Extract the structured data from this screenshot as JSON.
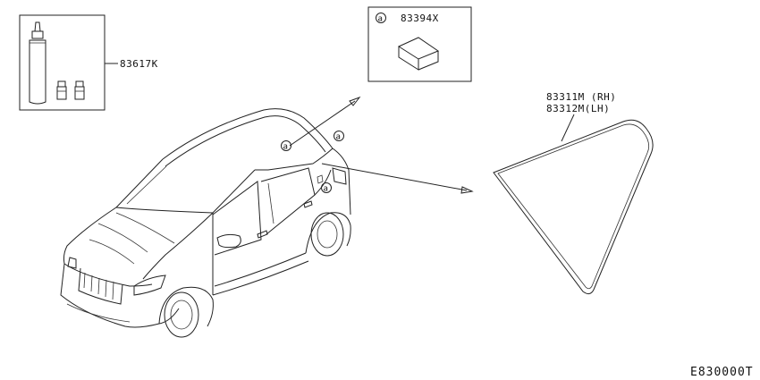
{
  "parts": {
    "sealant_kit": {
      "part_no": "83617K",
      "icon": "sealant-tube-icon"
    },
    "clip_kit": {
      "marker": "a",
      "part_no": "83394X",
      "icon": "clip-block-icon"
    },
    "quarter_glass": {
      "part_no_rh": "83311M (RH)",
      "part_no_lh": "83312M(LH)",
      "icon": "quarter-glass-icon"
    },
    "vehicle": {
      "icon": "suv-vehicle-icon"
    }
  },
  "callout_marker": "a",
  "diagram_ref": "E830000T"
}
